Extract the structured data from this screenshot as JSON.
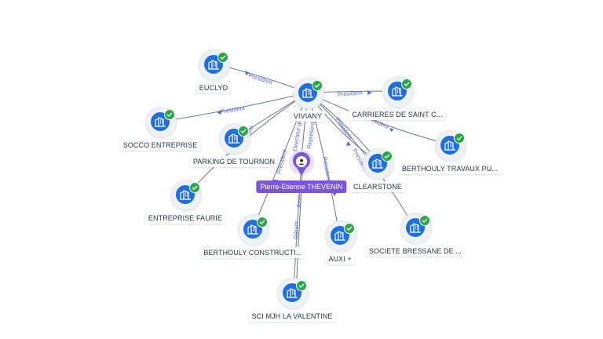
{
  "person": {
    "name": "Pierre-Etienne THEVENIN",
    "icon": "person-icon",
    "color": "#7b55e0"
  },
  "companies": [
    {
      "id": "euclyd",
      "label": "EUCLYD"
    },
    {
      "id": "viviany",
      "label": "VIVIANY"
    },
    {
      "id": "carrieres",
      "label": "CARRIERES DE SAINT C..."
    },
    {
      "id": "socco",
      "label": "SOCCO ENTREPRISE"
    },
    {
      "id": "parking",
      "label": "PARKING DE TOURNON"
    },
    {
      "id": "berthouly_tp",
      "label": "BERTHOULY TRAVAUX PU..."
    },
    {
      "id": "clearstone",
      "label": "CLEARSTONE"
    },
    {
      "id": "faurie",
      "label": "ENTREPRISE FAURIE"
    },
    {
      "id": "berthouly_c",
      "label": "BERTHOULY CONSTRUCTI..."
    },
    {
      "id": "auxi",
      "label": "AUXI +"
    },
    {
      "id": "bressane",
      "label": "SOCIETE BRESSANE DE ..."
    },
    {
      "id": "valentine",
      "label": "SCI MJH LA VALENTINE"
    }
  ],
  "edge_labels": {
    "viviany_euclyd": "Président",
    "viviany_carrieres": "Président",
    "viviany_socco": "Président",
    "viviany_berthouly_tp": "Président",
    "viviany_clearstone_a": "Président",
    "viviany_clearstone_b": "Président",
    "viviany_parking": "Président",
    "viviany_person_a": "Directeur géné",
    "viviany_person_b": "Représenta",
    "viviany_berthouly_c": "Président",
    "viviany_auxi": "Président",
    "person_valentine_a": "Gérant",
    "person_valentine_b": "Asso"
  },
  "colors": {
    "node": "#1f6fe0",
    "check": "#27a745",
    "edge": "#6b7a90",
    "edge_label": "#5b6bd6"
  },
  "icons": {
    "company": "building-icon",
    "status": "check-icon"
  }
}
